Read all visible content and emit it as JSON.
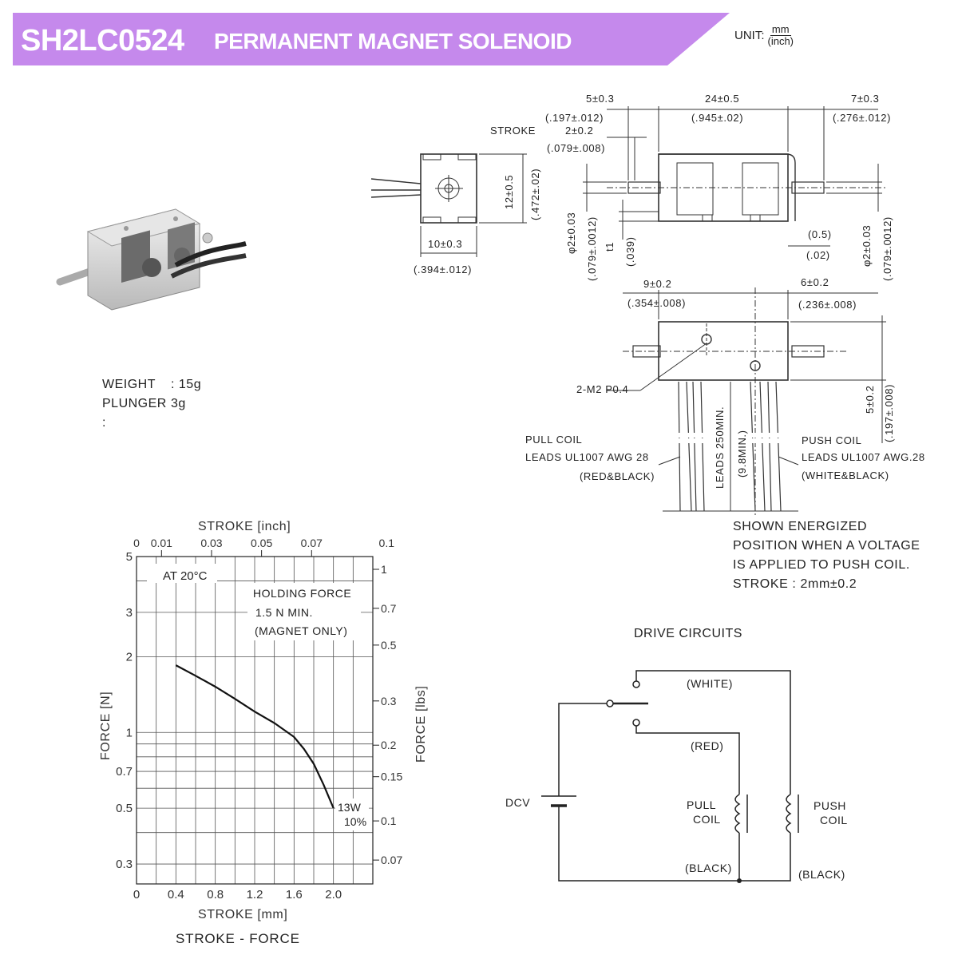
{
  "header": {
    "model": "SH2LC0524",
    "product": "PERMANENT MAGNET SOLENOID",
    "unit_label": "UNIT:",
    "unit_top": "mm",
    "unit_bottom": "(inch)",
    "banner_color": "#c589ec"
  },
  "specs": {
    "weight_label": "WEIGHT",
    "weight_value": ": 15g",
    "plunger_label": "PLUNGER :",
    "plunger_value": "3g"
  },
  "dimensions": {
    "stroke_label": "STROKE",
    "stroke_mm": "2±0.2",
    "stroke_in": "(.079±.008)",
    "d5_mm": "5±0.3",
    "d5_in": "(.197±.012)",
    "d24_mm": "24±0.5",
    "d24_in": "(.945±.02)",
    "d7_mm": "7±0.3",
    "d7_in": "(.276±.012)",
    "d12_mm": "12±0.5",
    "d12_in": "(.472±.02)",
    "d10_mm": "10±0.3",
    "d10_in": "(.394±.012)",
    "phi_mm": "φ2±0.03",
    "phi_in": "(.079±.0012)",
    "t1_mm": "t1",
    "t1_in": "(.039)",
    "d05_mm": "(0.5)",
    "d05_in": "(.02)",
    "phi2_mm": "φ2±0.03",
    "phi2_in": "(.079±.0012)",
    "d9_mm": "9±0.2",
    "d9_in": "(.354±.008)",
    "d6_mm": "6±0.2",
    "d6_in": "(.236±.008)",
    "screw": "2-M2 P0.4",
    "d5b_mm": "5±0.2",
    "d5b_in": "(.197±.008)",
    "pull_coil_1": "PULL COIL",
    "pull_coil_2": "LEADS UL1007 AWG 28",
    "pull_coil_3": "(RED&BLACK)",
    "push_coil_1": "PUSH COIL",
    "push_coil_2": "LEADS UL1007 AWG.28",
    "push_coil_3": "(WHITE&BLACK)",
    "leads_mm": "LEADS 250MIN.",
    "leads_in": "(9.8MIN.)"
  },
  "note": {
    "line1": "SHOWN ENERGIZED",
    "line2": "POSITION WHEN A VOLTAGE",
    "line3": "IS APPLIED TO PUSH COIL.",
    "line4": "STROKE : 2mm±0.2"
  },
  "chart_data": {
    "type": "line",
    "title": "STROKE - FORCE",
    "xlabel": "STROKE [mm]",
    "x2label": "STROKE [inch]",
    "ylabel": "FORCE [N]",
    "y2label": "FORCE [lbs]",
    "xlim": [
      0,
      2.4
    ],
    "ylim": [
      0.25,
      5
    ],
    "yscale": "log",
    "x_ticks": [
      "0",
      "0.4",
      "0.8",
      "1.2",
      "1.6",
      "2.0"
    ],
    "x2_ticks": [
      "0",
      "0.01",
      "0.03",
      "0.05",
      "0.07",
      "0.1"
    ],
    "x2_tick_mm": [
      0,
      0.254,
      0.762,
      1.27,
      1.778,
      2.54
    ],
    "y_ticks": [
      "5",
      "3",
      "2",
      "1",
      "0.7",
      "0.5",
      "0.3"
    ],
    "y_tick_values": [
      5,
      3,
      2,
      1,
      0.7,
      0.5,
      0.3
    ],
    "y2_ticks": [
      "1",
      "0.7",
      "0.5",
      "0.3",
      "0.2",
      "0.15",
      "0.1",
      "0.07"
    ],
    "y2_tick_newtons": [
      4.448,
      3.114,
      2.224,
      1.334,
      0.89,
      0.667,
      0.445,
      0.311
    ],
    "annotation_temp": "AT 20°C",
    "annotation_hold_1": "HOLDING FORCE",
    "annotation_hold_2": "1.5 N MIN.",
    "annotation_hold_3": "(MAGNET ONLY)",
    "series_label_1": "13W",
    "series_label_2": "10%",
    "grid": true,
    "series": [
      {
        "name": "13W 10%",
        "x": [
          0.4,
          0.6,
          0.8,
          1.0,
          1.2,
          1.4,
          1.6,
          1.7,
          1.8,
          1.9,
          2.0
        ],
        "y": [
          1.85,
          1.68,
          1.52,
          1.36,
          1.21,
          1.09,
          0.96,
          0.86,
          0.75,
          0.62,
          0.5
        ]
      }
    ]
  },
  "circuit": {
    "title": "DRIVE CIRCUITS",
    "white": "(WHITE)",
    "red": "(RED)",
    "dcv": "DCV",
    "pull_1": "PULL",
    "pull_2": "COIL",
    "push_1": "PUSH",
    "push_2": "COIL",
    "black1": "(BLACK)",
    "black2": "(BLACK)"
  }
}
